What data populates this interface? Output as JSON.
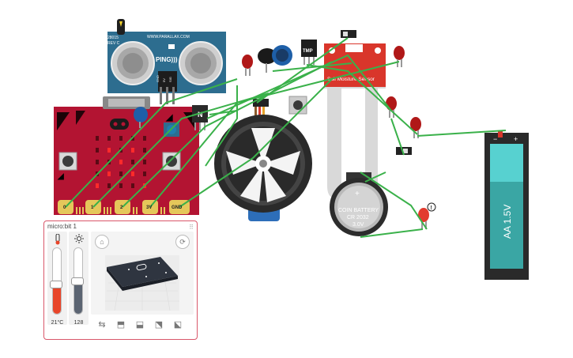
{
  "circuit": {
    "ping_sensor": {
      "model": "28015",
      "rev": "REV C",
      "site": "WWW.PARALLAX.COM",
      "logo": "PING)))",
      "pins": [
        "GND",
        "5V",
        "SIG"
      ]
    },
    "microbit_pins": [
      "0",
      "1",
      "2",
      "3V",
      "GND"
    ],
    "transistor_npn_label": "N",
    "temp_sensor_label": "TMP",
    "soil_sensor_label": "Soil Moisture Sensor",
    "coin_battery": {
      "line1": "COIN BATTERY",
      "line2": "CR 2032",
      "line3": "3.0V",
      "plus": "+"
    },
    "aa_battery": {
      "label": "AA 1.5V",
      "minus": "−",
      "plus": "+"
    },
    "warning_badge": "!"
  },
  "sim_panel": {
    "title": "micro:bit 1",
    "temperature_value": "21°C",
    "temperature_level": 0.45,
    "light_value": "128",
    "light_level": 0.5,
    "thermometer_icon": "thermometer-icon",
    "sun_icon": "sun-icon",
    "home_icon": "home-icon",
    "rotate_icon": "rotate-icon",
    "gestures": [
      "shake-icon",
      "tilt-left-icon",
      "tilt-right-icon",
      "face-up-icon",
      "face-down-icon"
    ]
  },
  "colors": {
    "microbit_red": "#b31432",
    "panel_border": "#d9576a",
    "wire_green": "#3ab14a",
    "ping_blue": "#2d6d8f",
    "soil_red": "#d9362b",
    "aa_teal": "#3aa6a4",
    "temp_fill": "#e8452a",
    "light_fill": "#5b6472"
  }
}
